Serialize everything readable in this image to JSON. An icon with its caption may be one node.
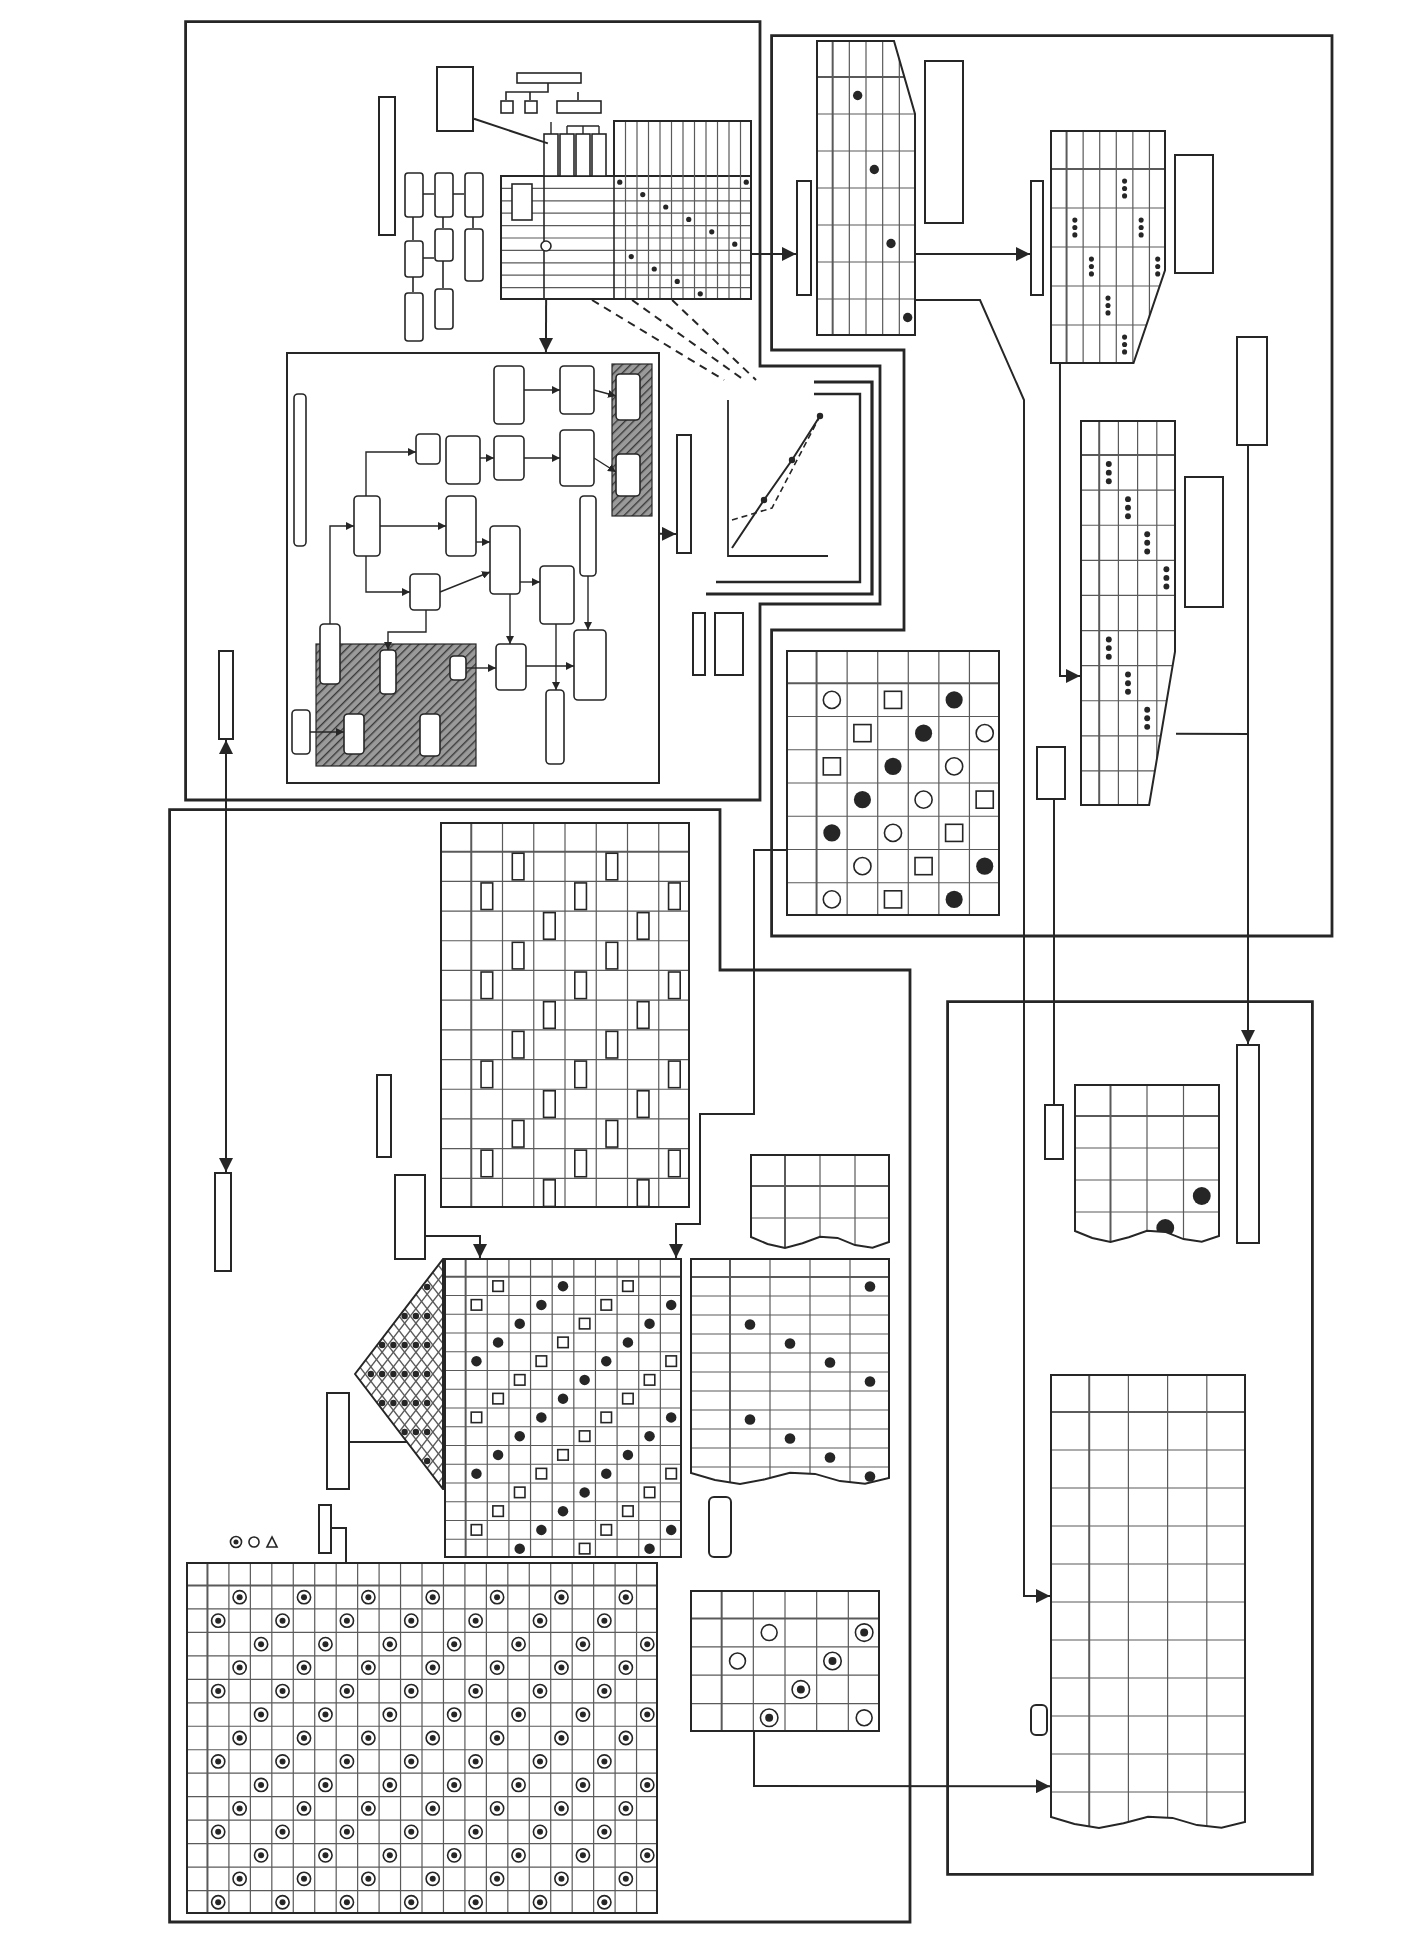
{
  "diagram": {
    "nodes": [
      {
        "text": [],
        "shape": "box"
      },
      {
        "text": [],
        "shape": "box",
        "in": 0
      },
      {
        "text": [],
        "shape": "picture",
        "in": 0
      },
      {
        "text": [],
        "shape": "box",
        "in": 0
      },
      {
        "text": [],
        "shape": "table",
        "in": 0
      },
      {
        "text": [],
        "shape": "picture",
        "in": 0
      },
      {
        "text": [],
        "shape": "box",
        "in": 0
      },
      {
        "text": [],
        "shape": "picture",
        "in": 0
      },
      {
        "text": [],
        "shape": "box",
        "in": 0
      },
      {
        "text": [],
        "shape": "box",
        "in": 0
      },
      {
        "text": [],
        "shape": "box",
        "in": 0
      },
      {
        "text": [],
        "shape": "box",
        "in": 0
      },
      {
        "text": [],
        "shape": "box"
      },
      {
        "text": [],
        "shape": "table",
        "in": 12
      },
      {
        "text": [],
        "shape": "box",
        "in": 12
      },
      {
        "text": [],
        "shape": "table",
        "in": 12
      },
      {
        "text": [],
        "shape": "box",
        "in": 12
      },
      {
        "text": [],
        "shape": "box",
        "in": 12
      },
      {
        "text": [],
        "shape": "box",
        "in": 12
      },
      {
        "text": [],
        "shape": "box",
        "in": 12
      },
      {
        "text": [],
        "shape": "table",
        "in": 12
      },
      {
        "text": [],
        "shape": "box",
        "in": 12
      },
      {
        "text": [],
        "shape": "table",
        "in": 12
      },
      {
        "text": [],
        "shape": "box",
        "in": 12
      },
      {
        "text": [],
        "shape": "box"
      },
      {
        "text": [],
        "shape": "table",
        "in": 24
      },
      {
        "text": [],
        "shape": "box",
        "in": 24
      },
      {
        "text": [],
        "shape": "table",
        "in": 24
      },
      {
        "text": [],
        "shape": "box",
        "in": 24
      },
      {
        "text": [],
        "shape": "box",
        "in": 24
      },
      {
        "text": [],
        "shape": "picture",
        "in": 24
      },
      {
        "text": [],
        "shape": "table",
        "in": 24
      },
      {
        "text": [],
        "shape": "table",
        "in": 24
      },
      {
        "text": [],
        "shape": "box",
        "in": 24
      },
      {
        "text": [],
        "shape": "box",
        "in": 24
      },
      {
        "text": [],
        "shape": "box",
        "in": 24
      },
      {
        "text": [],
        "shape": "table",
        "in": 24
      },
      {
        "text": [],
        "shape": "table",
        "in": 24
      },
      {
        "text": [],
        "shape": "box"
      },
      {
        "text": [],
        "shape": "box",
        "in": 38
      },
      {
        "text": [],
        "shape": "table",
        "in": 38
      },
      {
        "text": [],
        "shape": "box",
        "in": 38
      },
      {
        "text": [],
        "shape": "table",
        "in": 38
      },
      {
        "text": [],
        "shape": "box",
        "in": 38
      }
    ],
    "edges": [
      {
        "from": 4,
        "to": 6,
        "arrow": "to"
      },
      {
        "from": 4,
        "to": 17,
        "arrow": "to"
      },
      {
        "from": 4,
        "to": 7,
        "arrow": "none",
        "style": "dashed"
      },
      {
        "from": 4,
        "to": 7,
        "arrow": "none",
        "style": "dashed"
      },
      {
        "from": 4,
        "to": 7,
        "arrow": "none",
        "style": "dashed"
      },
      {
        "from": 6,
        "to": 8,
        "arrow": "to"
      },
      {
        "from": 1,
        "to": 4,
        "arrow": "none"
      },
      {
        "from": 11,
        "to": 28,
        "arrow": "both"
      },
      {
        "from": 13,
        "to": 18,
        "arrow": "to"
      },
      {
        "from": 13,
        "to": 42,
        "arrow": "to"
      },
      {
        "from": 15,
        "to": 20,
        "arrow": "to"
      },
      {
        "from": 23,
        "to": 41,
        "arrow": "none"
      },
      {
        "from": 19,
        "to": 39,
        "arrow": "none"
      },
      {
        "from": 20,
        "to": 39,
        "arrow": "to"
      },
      {
        "from": 22,
        "to": 31,
        "arrow": "to"
      },
      {
        "from": 29,
        "to": 31,
        "arrow": "to"
      },
      {
        "from": 33,
        "to": 30,
        "arrow": "none"
      },
      {
        "from": 35,
        "to": 36,
        "arrow": "none"
      },
      {
        "from": 37,
        "to": 42,
        "arrow": "to"
      }
    ]
  }
}
